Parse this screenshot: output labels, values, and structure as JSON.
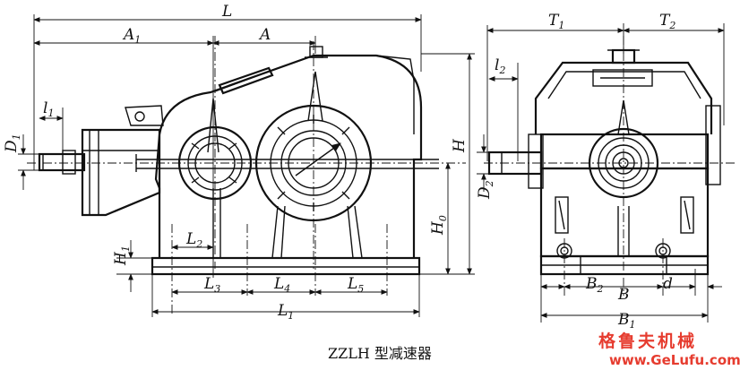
{
  "front_view": {
    "labels": {
      "L": {
        "main": "L",
        "sub": ""
      },
      "A1": {
        "main": "A",
        "sub": "1"
      },
      "A": {
        "main": "A",
        "sub": ""
      },
      "l1": {
        "main": "l",
        "sub": "1"
      },
      "D1": {
        "main": "D",
        "sub": "1"
      },
      "H": {
        "main": "H",
        "sub": ""
      },
      "H0": {
        "main": "H",
        "sub": "0"
      },
      "H1": {
        "main": "H",
        "sub": "1"
      },
      "L2": {
        "main": "L",
        "sub": "2"
      },
      "L3": {
        "main": "L",
        "sub": "3"
      },
      "L4": {
        "main": "L",
        "sub": "4"
      },
      "L5": {
        "main": "L",
        "sub": "5"
      },
      "L1": {
        "main": "L",
        "sub": "1"
      }
    }
  },
  "side_view": {
    "labels": {
      "T1": {
        "main": "T",
        "sub": "1"
      },
      "T2": {
        "main": "T",
        "sub": "2"
      },
      "l2": {
        "main": "l",
        "sub": "2"
      },
      "D2": {
        "main": "D",
        "sub": "2"
      },
      "B2": {
        "main": "B",
        "sub": "2"
      },
      "B": {
        "main": "B",
        "sub": ""
      },
      "d": {
        "main": "d",
        "sub": ""
      },
      "B1": {
        "main": "B",
        "sub": "1"
      }
    }
  },
  "caption": "ZZLH 型减速器",
  "watermark": {
    "name": "格鲁夫机械",
    "url": "www.GeLufu.com"
  },
  "colors": {
    "line": "#111111",
    "watermark": "#e63c2f"
  }
}
